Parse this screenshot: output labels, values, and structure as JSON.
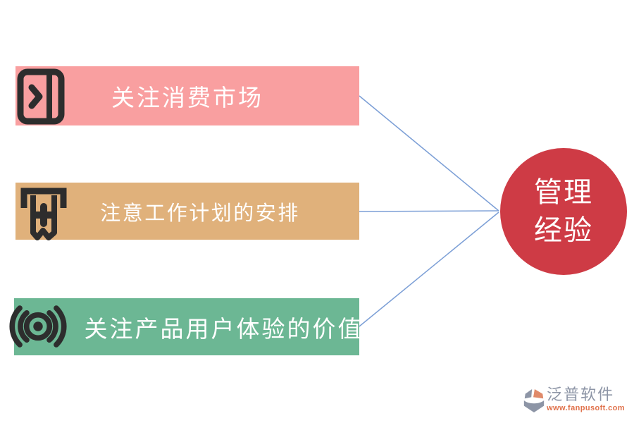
{
  "styles": {
    "background": "#FFFFFF",
    "item_text_color": "#FFFFFF",
    "icon_color": "#2D2D2D",
    "connector_color": "#7C9FD6"
  },
  "items": [
    {
      "label": "关注消费市场",
      "color": "#F99FA0",
      "icon": "journal-arrow-icon"
    },
    {
      "label": "注意工作计划的安排",
      "color": "#E0B17B",
      "icon": "receipt-plus-icon"
    },
    {
      "label": "关注产品用户体验的价值",
      "color": "#6CB794",
      "icon": "broadcast-icon"
    }
  ],
  "center_node": {
    "line1": "管理",
    "line2": "经验",
    "color": "#CE3B45",
    "text_color": "#FFFFFF"
  },
  "watermark": {
    "name": "泛普软件",
    "url": "www.fanpusoft.com",
    "name_color": "#8D95A6",
    "url_color": "#E0714B",
    "logo_gray": "#8D95A6",
    "logo_orange": "#E08A6A"
  }
}
